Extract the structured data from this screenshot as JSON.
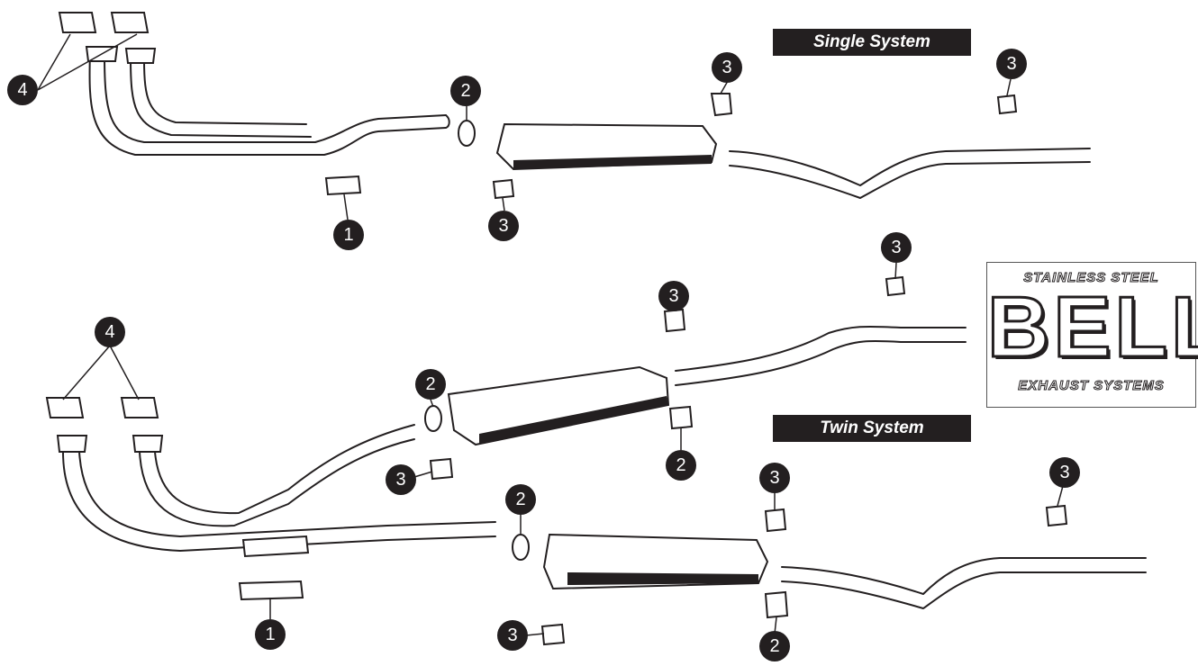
{
  "banners": {
    "single": "Single System",
    "twin": "Twin System"
  },
  "logo": {
    "top_line": "STAINLESS STEEL",
    "brand": "BELL",
    "bottom_line": "EXHAUST SYSTEMS"
  },
  "callouts": {
    "single": [
      "4",
      "2",
      "3",
      "3",
      "3",
      "1"
    ],
    "twin": [
      "3",
      "3",
      "4",
      "2",
      "2",
      "3",
      "3",
      "2",
      "3",
      "1",
      "3",
      "2"
    ]
  }
}
